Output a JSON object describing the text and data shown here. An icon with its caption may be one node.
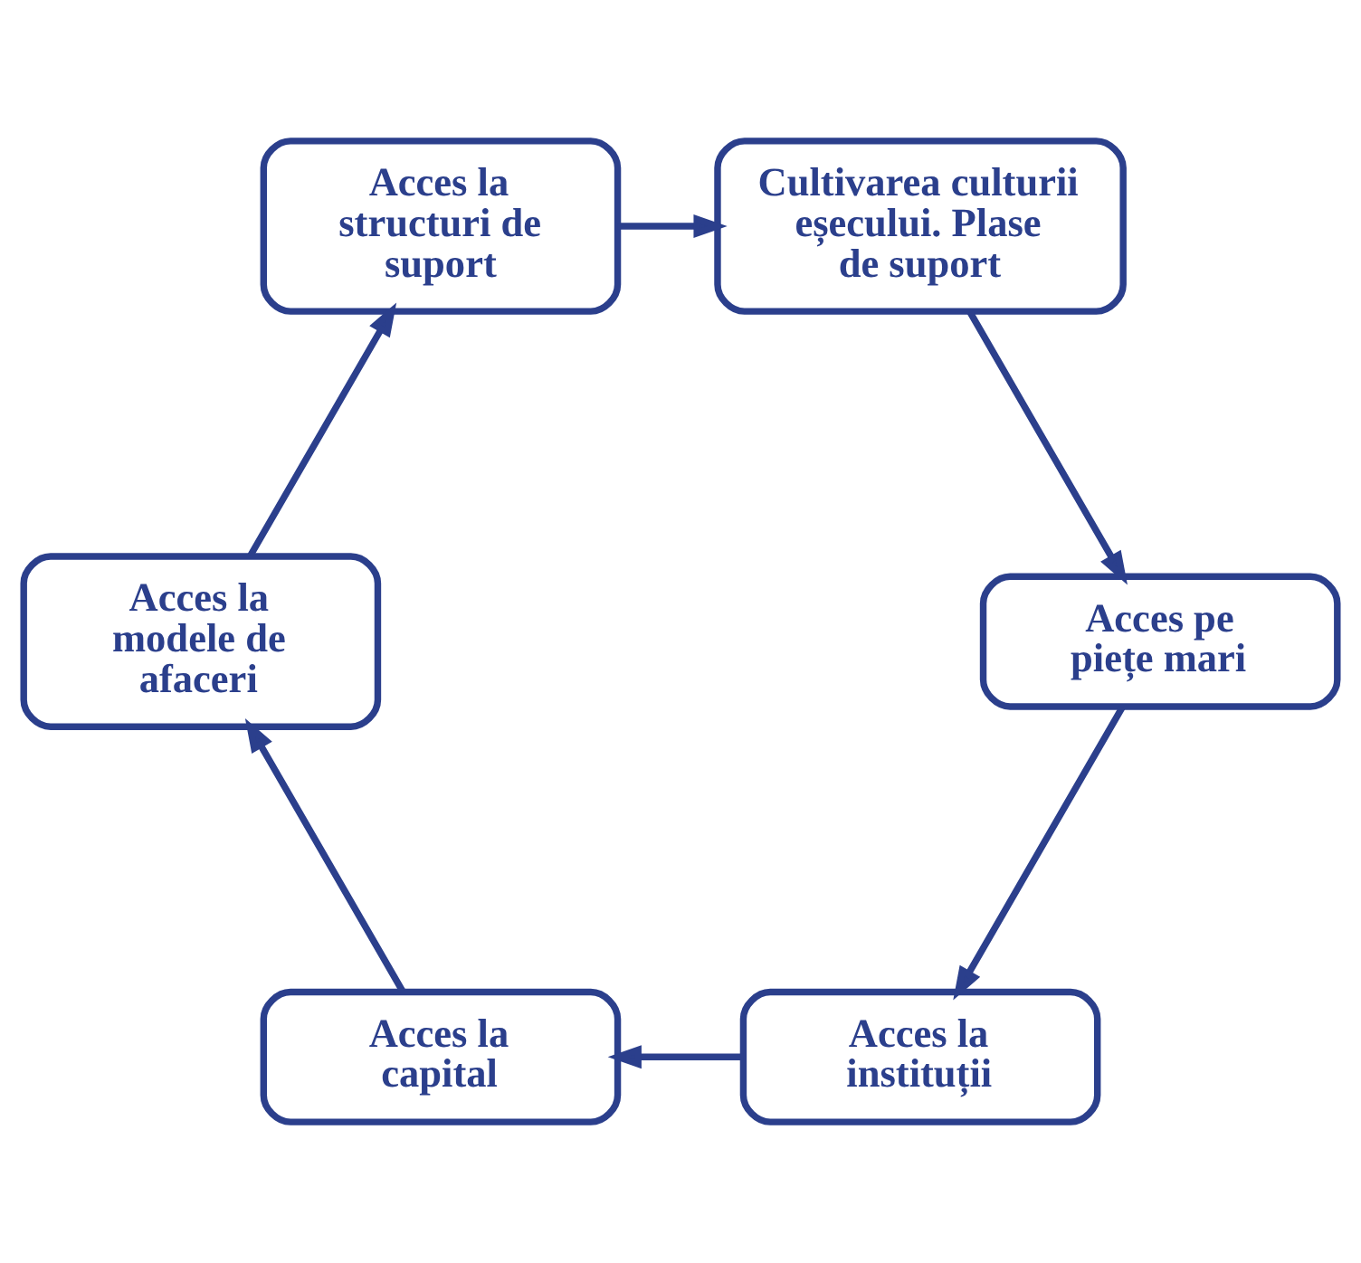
{
  "diagram": {
    "nodes": [
      {
        "text": [
          "Acces la instituții"
        ]
      },
      {
        "text": [
          "Acces la capital"
        ]
      },
      {
        "text": [
          "Acces la modele de afaceri"
        ]
      },
      {
        "text": [
          "Acces la structuri de suport"
        ]
      },
      {
        "text": [
          "Cultivarea culturii eșecului. Plase de suport"
        ]
      },
      {
        "text": [
          "Acces pe piețe mari"
        ]
      }
    ],
    "edges": [
      {
        "from": 0,
        "to": 1,
        "arrow": "to"
      },
      {
        "from": 1,
        "to": 2,
        "arrow": "to"
      },
      {
        "from": 2,
        "to": 3,
        "arrow": "to"
      },
      {
        "from": 3,
        "to": 4,
        "arrow": "to"
      },
      {
        "from": 4,
        "to": 5,
        "arrow": "to"
      },
      {
        "from": 5,
        "to": 0,
        "arrow": "to"
      }
    ]
  }
}
